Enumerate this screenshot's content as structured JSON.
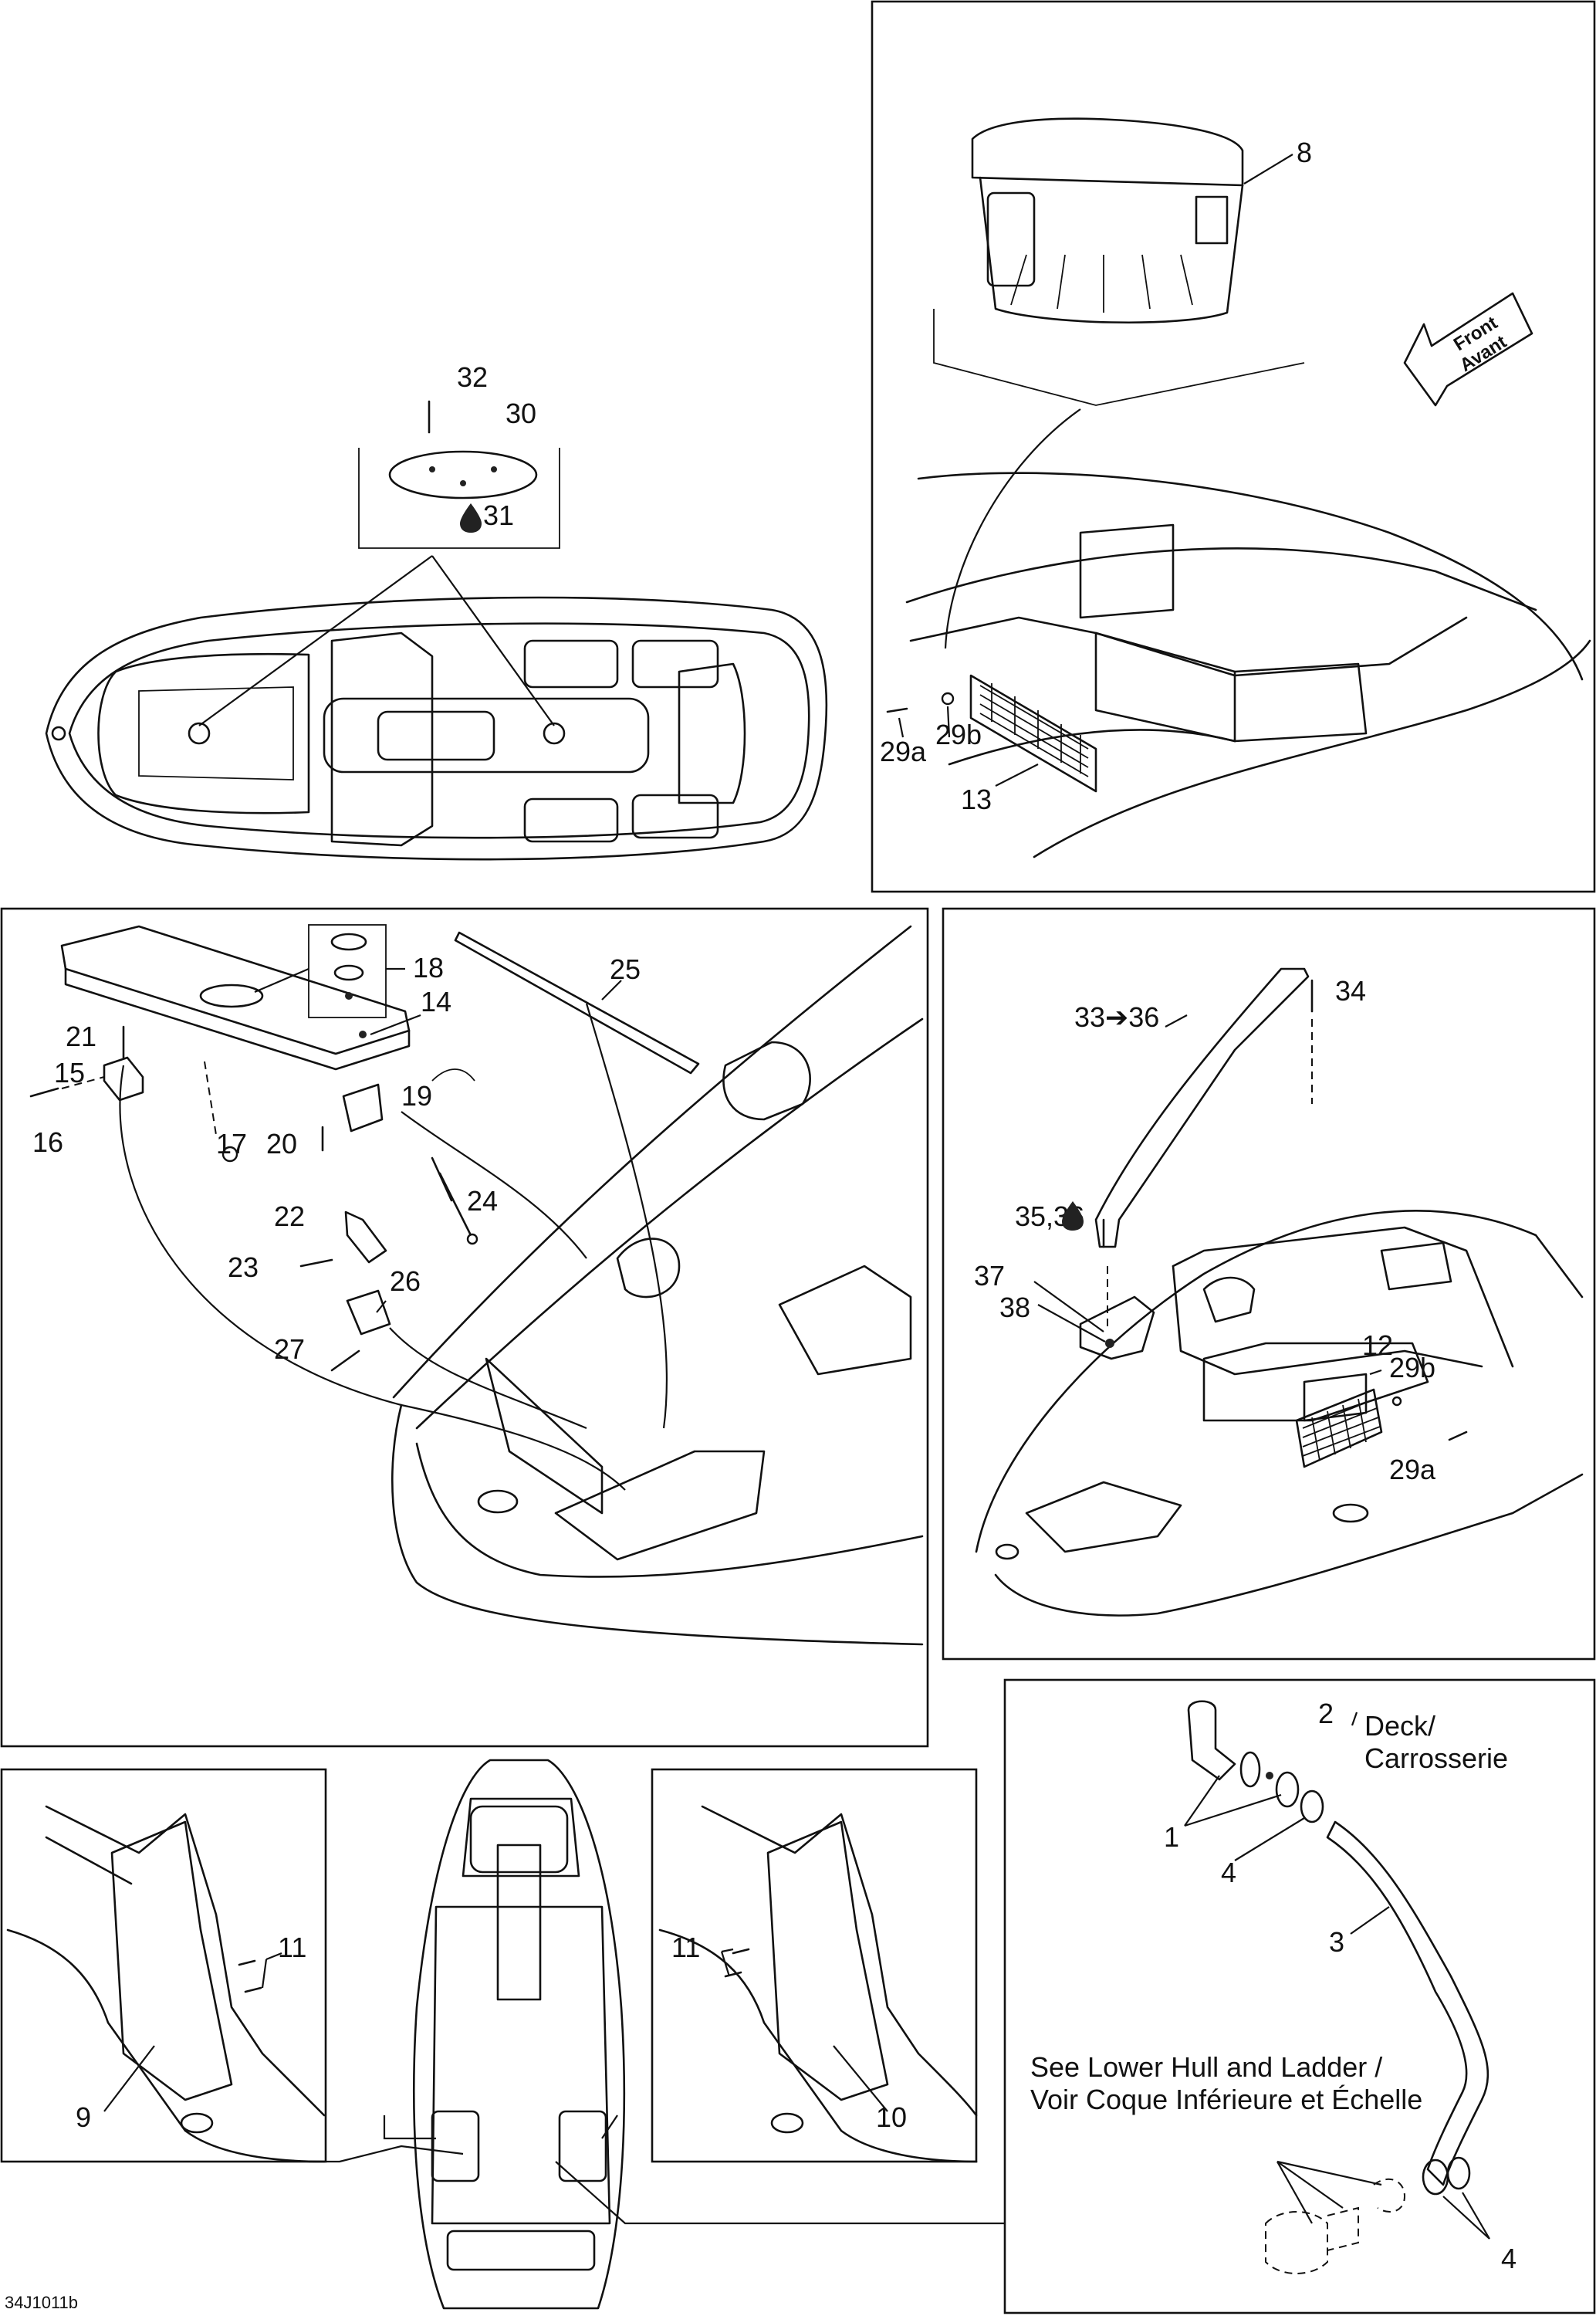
{
  "diagram_code": "34J1011b",
  "front_arrow": {
    "line1": "Front",
    "line2": "Avant"
  },
  "deck_note": {
    "line1": "Deck/",
    "line2": "Carrosserie"
  },
  "see_note": {
    "line1": "See Lower Hull and Ladder /",
    "line2": "Voir Coque Inférieure et Échelle"
  },
  "callouts": {
    "c1": "1",
    "c2": "2",
    "c3": "3",
    "c4a": "4",
    "c4b": "4",
    "c8": "8",
    "c9": "9",
    "c10": "10",
    "c11a": "11",
    "c11b": "11",
    "c12": "12",
    "c13": "13",
    "c14": "14",
    "c15": "15",
    "c16": "16",
    "c17": "17",
    "c18": "18",
    "c19": "19",
    "c20": "20",
    "c21": "21",
    "c22": "22",
    "c23": "23",
    "c24": "24",
    "c25": "25",
    "c26": "26",
    "c27": "27",
    "c29a_top": "29a",
    "c29b_top": "29b",
    "c29a_mid": "29a",
    "c29b_mid": "29b",
    "c30": "30",
    "c31": "31",
    "c32": "32",
    "c33_36": "33➔36",
    "c34": "34",
    "c35_36": "35,36",
    "c37": "37",
    "c38": "38"
  },
  "symbols": {
    "fluid": "fluid-drop-icon"
  }
}
